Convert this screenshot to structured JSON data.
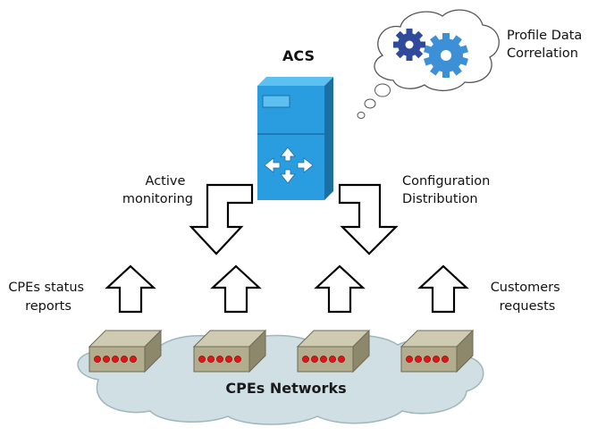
{
  "acs_label": "ACS",
  "thought_text": [
    "Profile Data",
    "Correlation"
  ],
  "active_monitoring": [
    "Active",
    "monitoring"
  ],
  "configuration_distribution": [
    "Configuration",
    "Distribution"
  ],
  "cpe_status_reports": [
    "CPEs status",
    "reports"
  ],
  "customers_requests": [
    "Customers",
    "requests"
  ],
  "cloud_label": "CPEs Networks",
  "colors": {
    "server_front": "#2a9de0",
    "server_side": "#1c6fa3",
    "server_top": "#5cc0f0",
    "cloud_fill": "#cfdfe4",
    "cloud_stroke": "#9fb6bd",
    "gear_dark": "#2f4a9a",
    "gear_light": "#3d8fd6",
    "cpe_top": "#cfcab2",
    "cpe_front": "#b3ad90",
    "cpe_side": "#8d876c",
    "led": "#e01616"
  }
}
